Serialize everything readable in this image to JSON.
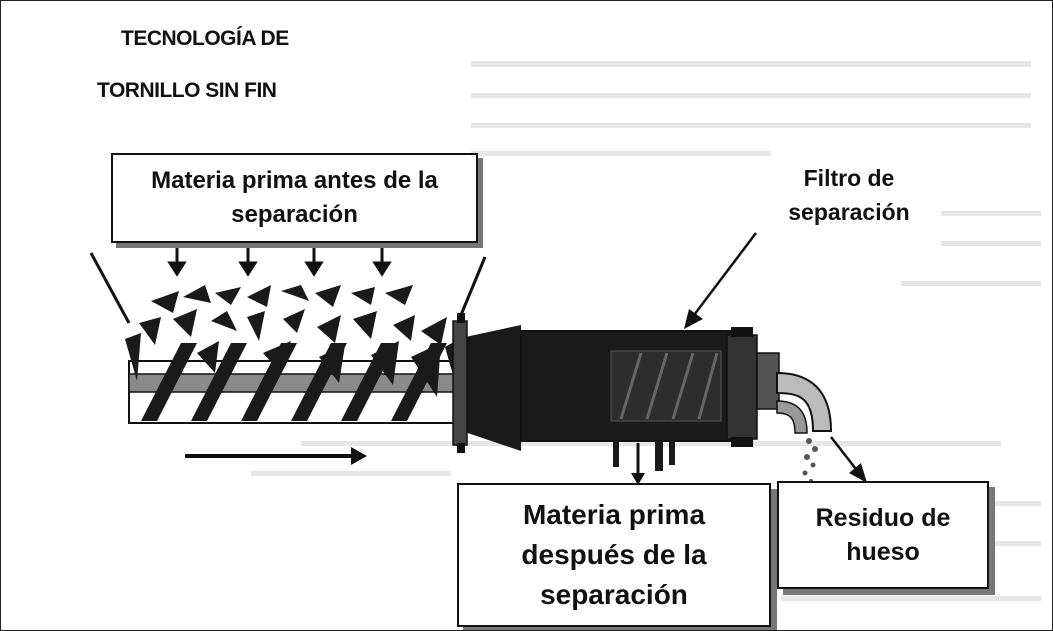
{
  "title": {
    "line1": "TECNOLOGÍA DE",
    "line2": "TORNILLO SIN FIN"
  },
  "labels": {
    "raw_before": "Materia prima antes de la\nseparación",
    "filter": "Filtro de\nseparación",
    "raw_after": "Materia prima\ndespués de la\nseparación",
    "bone_residue": "Residuo de\nhueso"
  },
  "colors": {
    "ink": "#111111",
    "screw_dark": "#1a1a1a",
    "shaft_gray": "#8a8a8a",
    "shadow": "#777777"
  }
}
